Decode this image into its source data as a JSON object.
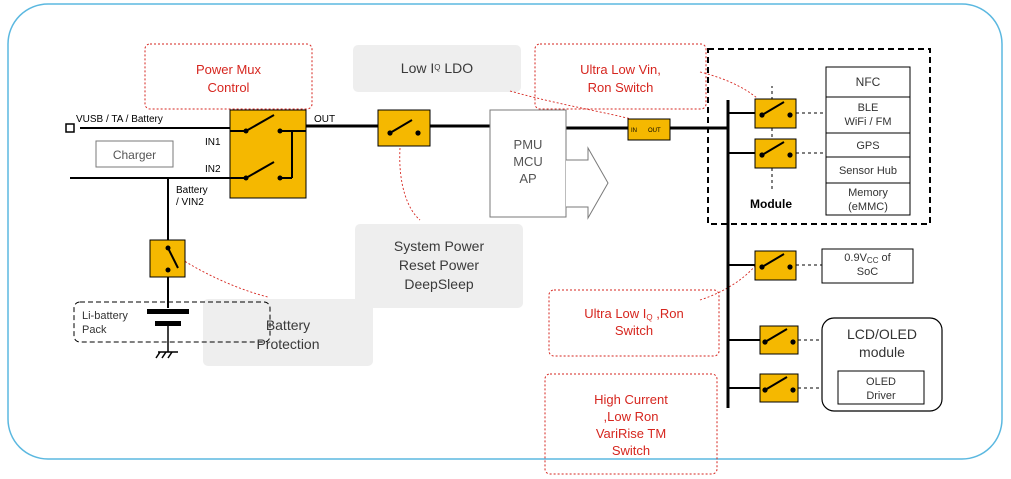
{
  "colors": {
    "frame": "#5bb8e0",
    "switch_fill": "#f5b800",
    "note_text": "#d6261f",
    "gray_box": "#eeeeee",
    "wire": "#000000"
  },
  "labels": {
    "vusb": "VUSB / TA / Battery",
    "charger": "Charger",
    "battery_vin2": [
      "Battery",
      "/ VIN2"
    ],
    "in1": "IN1",
    "in2": "IN2",
    "out": "OUT",
    "li_battery": [
      "Li-battery",
      "Pack"
    ],
    "pmu": [
      "PMU",
      "MCU",
      "AP"
    ],
    "ldo_small_in": "IN",
    "ldo_small_out": "OUT",
    "module": "Module"
  },
  "module_items": [
    [
      "NFC"
    ],
    [
      "BLE",
      "WiFi / FM"
    ],
    [
      "GPS"
    ],
    [
      "Sensor Hub"
    ],
    [
      "Memory",
      "(eMMC)"
    ]
  ],
  "soc": {
    "pre": "0.9V",
    "sub": "CC",
    "post": " of",
    "line2": "SoC"
  },
  "lcd": {
    "title": [
      "LCD/OLED",
      "module"
    ],
    "driver": [
      "OLED",
      "Driver"
    ]
  },
  "callouts": {
    "power_mux": [
      "Power Mux",
      "Control"
    ],
    "low_iq_ldo": {
      "pre": "Low I",
      "sub": "Q",
      "post": " LDO"
    },
    "ultra_low_vin": [
      "Ultra Low Vin,",
      "Ron Switch"
    ],
    "system_power": [
      "System Power",
      "Reset Power",
      "DeepSleep"
    ],
    "battery_protection": [
      "Battery",
      "Protection"
    ],
    "ultra_low_iq": {
      "pre": "Ultra Low I",
      "sub": "Q",
      "post": " ,Ron",
      "line2": "Switch"
    },
    "high_current": [
      "High Current",
      ",Low Ron",
      "VariRise TM",
      "Switch"
    ]
  }
}
